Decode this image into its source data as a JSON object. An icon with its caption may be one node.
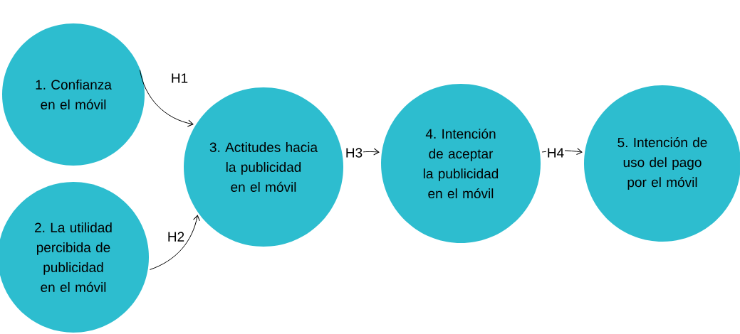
{
  "diagram": {
    "nodes": [
      {
        "text": [
          "1. Confianza en el móvil"
        ]
      },
      {
        "text": [
          "2. La utilidad percibida de publicidad en el móvil"
        ]
      },
      {
        "text": [
          "3. Actitudes hacia la publicidad en el móvil"
        ]
      },
      {
        "text": [
          "4. Intención de aceptar la publicidad en el móvil"
        ]
      },
      {
        "text": [
          "5. Intención de uso del pago por el móvil"
        ]
      }
    ],
    "edges": [
      {
        "from": 0,
        "to": 2,
        "arrow": "to",
        "label": "H1"
      },
      {
        "from": 1,
        "to": 2,
        "arrow": "to",
        "label": "H2"
      },
      {
        "from": 2,
        "to": 3,
        "arrow": "to",
        "label": "H3"
      },
      {
        "from": 3,
        "to": 4,
        "arrow": "to",
        "label": "H4"
      }
    ]
  }
}
